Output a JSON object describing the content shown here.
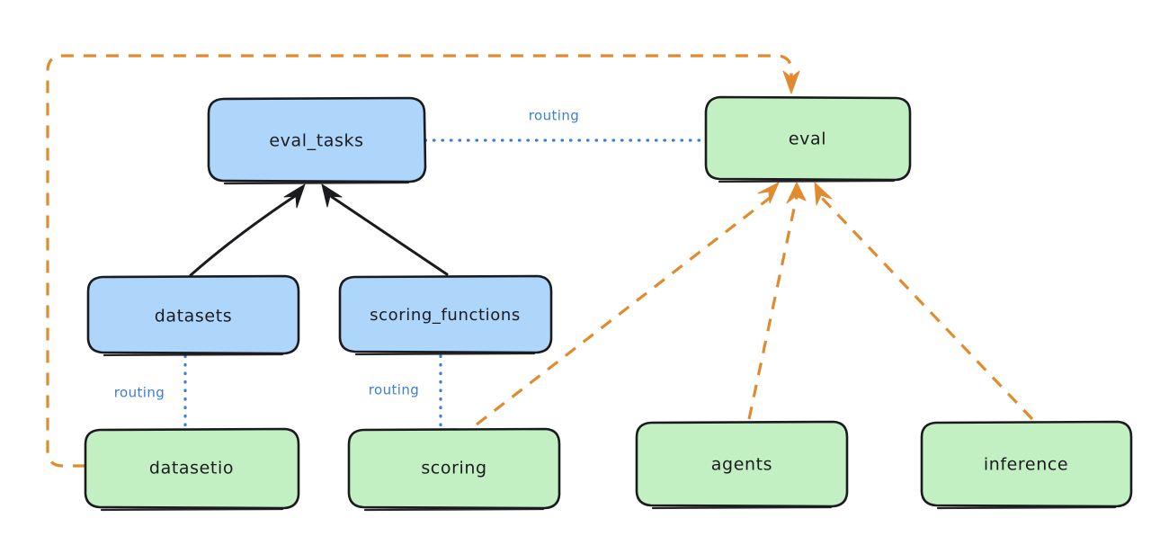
{
  "diagram": {
    "type": "flow-diagram",
    "style": "hand-drawn",
    "background": "#ffffff",
    "colors": {
      "api_fill": "#aed6fb",
      "provider_fill": "#c2f0c3",
      "stroke": "#1b1b1f",
      "routing_blue": "#3b7dd8",
      "dependency_orange": "#e08c2e"
    },
    "nodes": [
      {
        "id": "eval_tasks",
        "label": "eval_tasks",
        "kind": "api",
        "fill": "#aed6fb"
      },
      {
        "id": "eval",
        "label": "eval",
        "kind": "provider",
        "fill": "#c2f0c3"
      },
      {
        "id": "datasets",
        "label": "datasets",
        "kind": "api",
        "fill": "#aed6fb"
      },
      {
        "id": "scoring_functions",
        "label": "scoring_functions",
        "kind": "api",
        "fill": "#aed6fb"
      },
      {
        "id": "datasetio",
        "label": "datasetio",
        "kind": "provider",
        "fill": "#c2f0c3"
      },
      {
        "id": "scoring",
        "label": "scoring",
        "kind": "provider",
        "fill": "#c2f0c3"
      },
      {
        "id": "agents",
        "label": "agents",
        "kind": "provider",
        "fill": "#c2f0c3"
      },
      {
        "id": "inference",
        "label": "inference",
        "kind": "provider",
        "fill": "#c2f0c3"
      }
    ],
    "edges": [
      {
        "id": "e1",
        "from": "eval_tasks",
        "to": "eval",
        "style": "dotted",
        "color": "#3b7dd8",
        "label": "routing",
        "arrow": false
      },
      {
        "id": "e2",
        "from": "datasets",
        "to": "datasetio",
        "style": "dotted",
        "color": "#3b7dd8",
        "label": "routing",
        "arrow": false
      },
      {
        "id": "e3",
        "from": "scoring_functions",
        "to": "scoring",
        "style": "dotted",
        "color": "#3b7dd8",
        "label": "routing",
        "arrow": false
      },
      {
        "id": "e4",
        "from": "datasets",
        "to": "eval_tasks",
        "style": "solid",
        "color": "#1b1b1f",
        "label": "",
        "arrow": true
      },
      {
        "id": "e5",
        "from": "scoring_functions",
        "to": "eval_tasks",
        "style": "solid",
        "color": "#1b1b1f",
        "label": "",
        "arrow": true
      },
      {
        "id": "e6",
        "from": "datasetio",
        "to": "eval",
        "style": "dashed",
        "color": "#e08c2e",
        "label": "",
        "arrow": true
      },
      {
        "id": "e7",
        "from": "scoring",
        "to": "eval",
        "style": "dashed",
        "color": "#e08c2e",
        "label": "",
        "arrow": true
      },
      {
        "id": "e8",
        "from": "agents",
        "to": "eval",
        "style": "dashed",
        "color": "#e08c2e",
        "label": "",
        "arrow": true
      },
      {
        "id": "e9",
        "from": "inference",
        "to": "eval",
        "style": "dashed",
        "color": "#e08c2e",
        "label": "",
        "arrow": true
      }
    ],
    "labels": {
      "routing_top": "routing",
      "routing_datasets": "routing",
      "routing_scoring_functions": "routing"
    }
  }
}
